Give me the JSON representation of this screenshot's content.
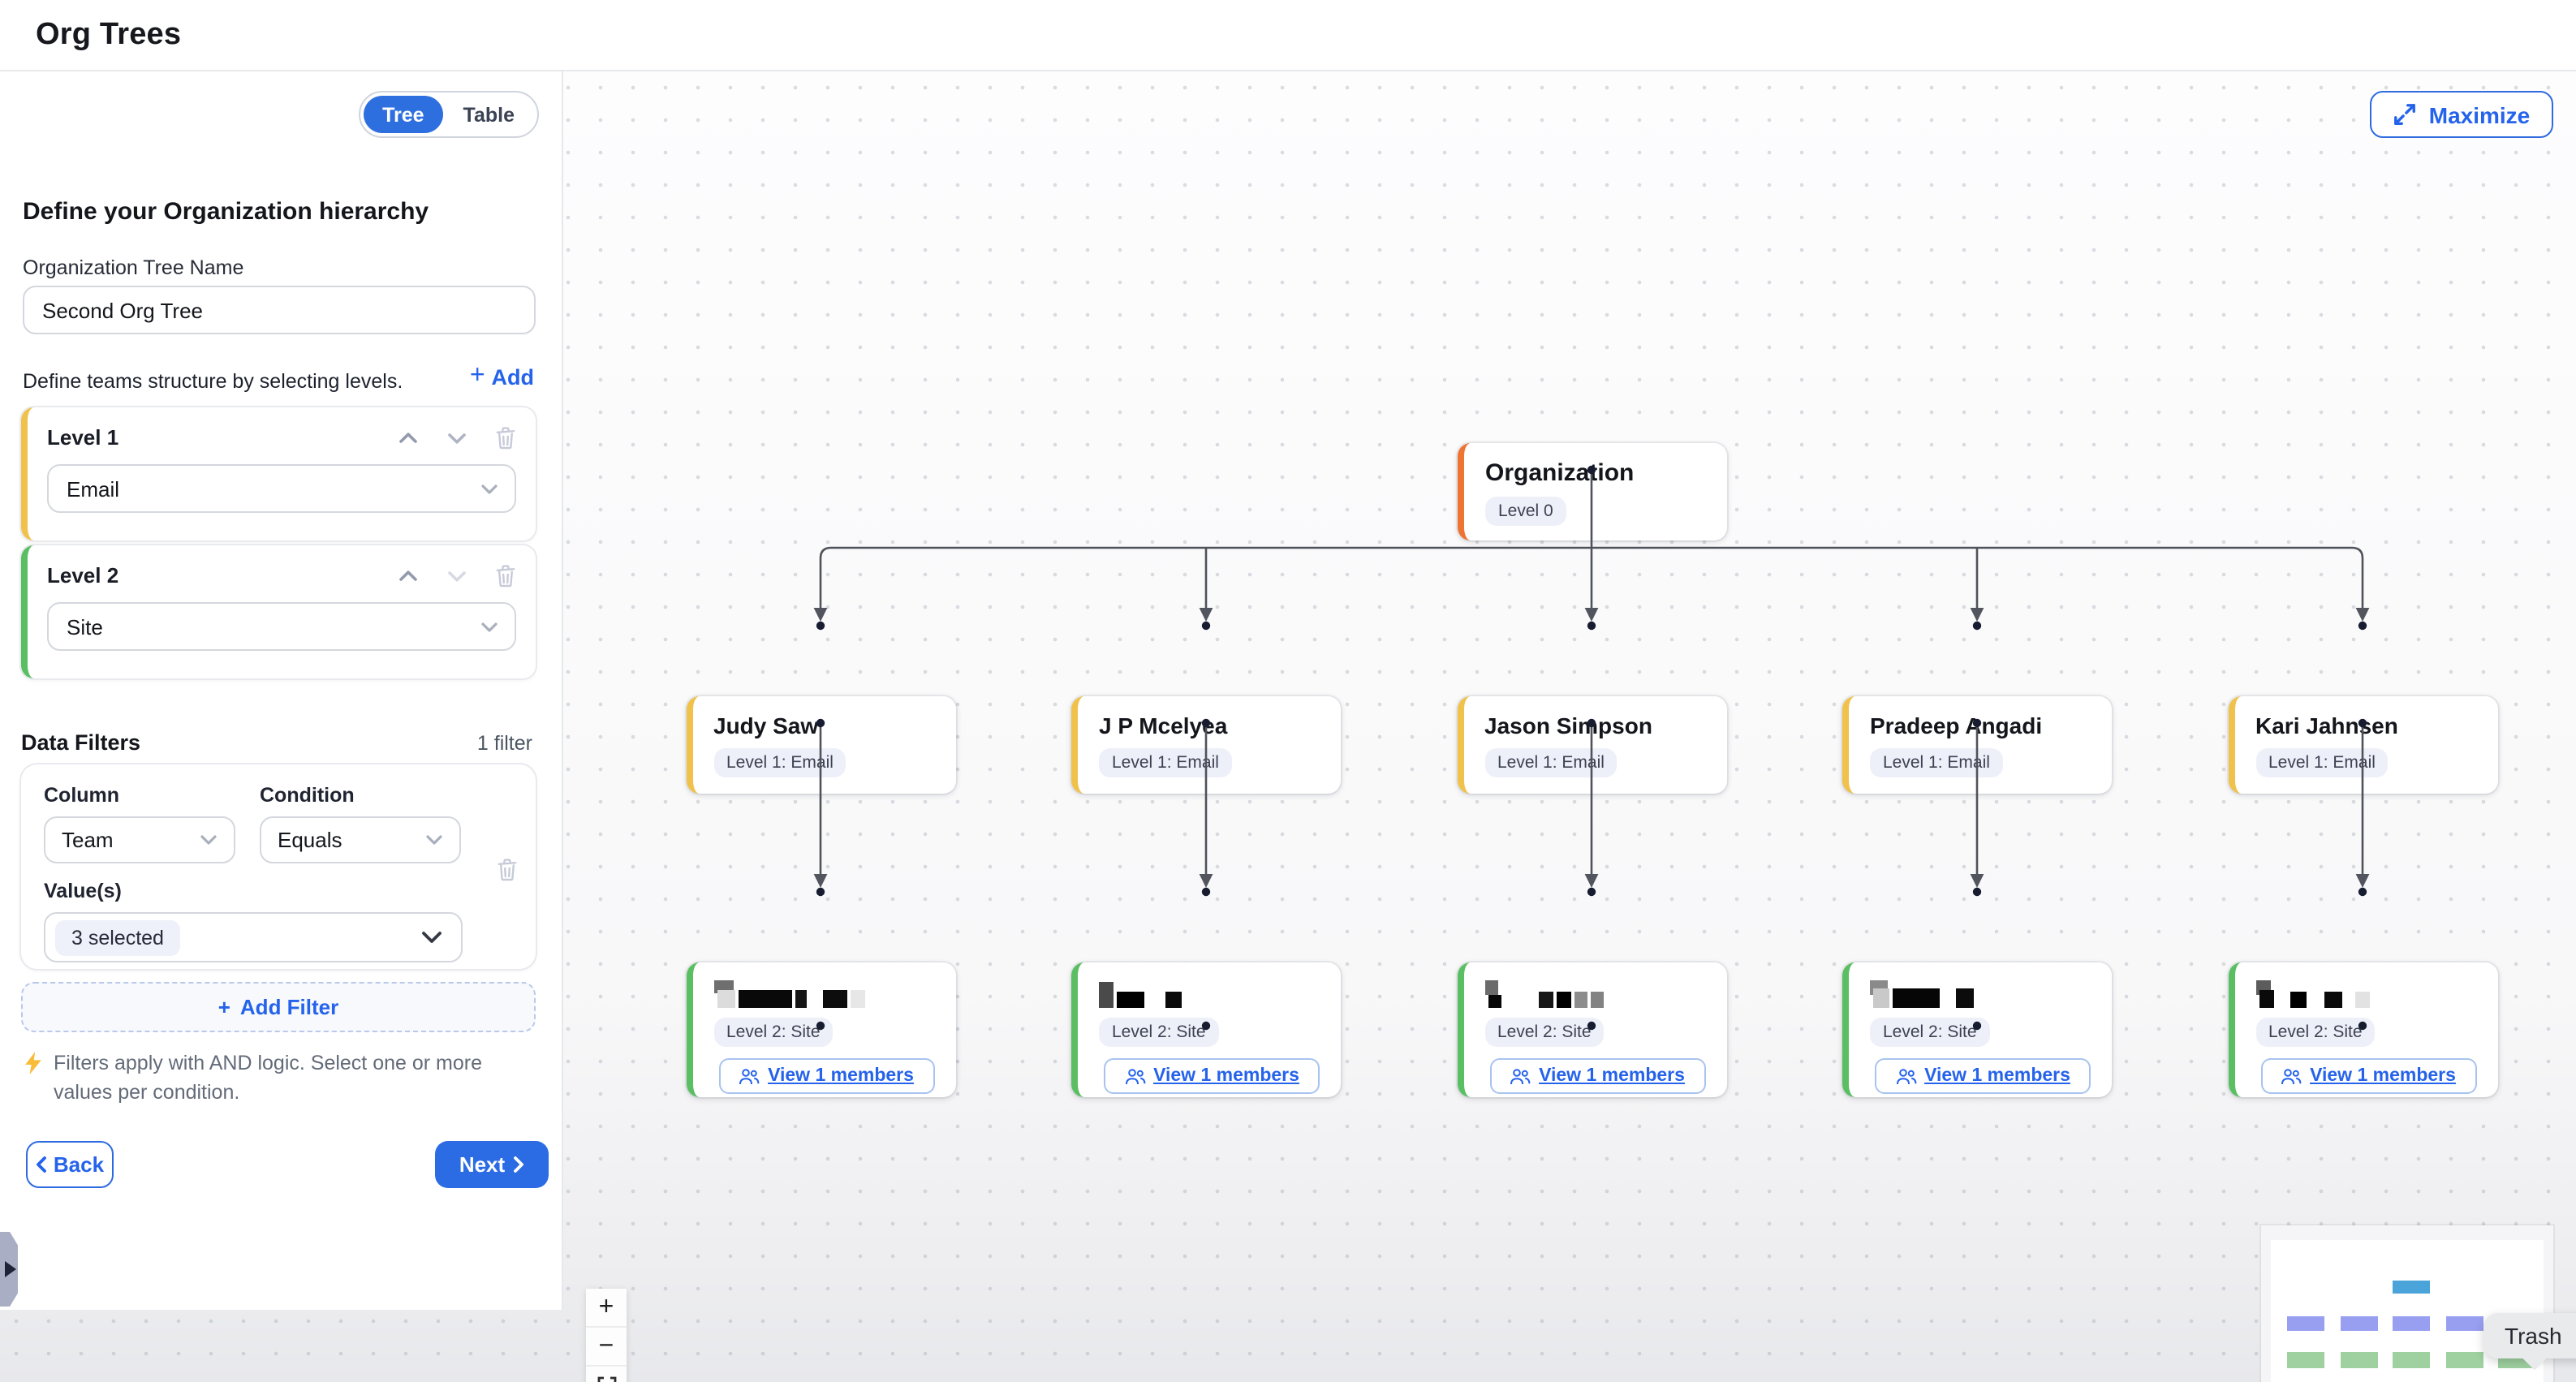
{
  "header": {
    "title": "Org Trees"
  },
  "sidebar": {
    "toggle": {
      "tree": "Tree",
      "table": "Table",
      "active": "Tree"
    },
    "heading": "Define your Organization hierarchy",
    "tree_name_label": "Organization Tree Name",
    "tree_name_value": "Second Org Tree",
    "levels_hint": "Define teams structure by selecting levels.",
    "add_label": "Add",
    "levels": [
      {
        "label": "Level 1",
        "value": "Email",
        "accent": "#f0c24b"
      },
      {
        "label": "Level 2",
        "value": "Site",
        "accent": "#5abf63"
      }
    ],
    "filters": {
      "title": "Data Filters",
      "count": "1 filter",
      "column_label": "Column",
      "condition_label": "Condition",
      "values_label": "Value(s)",
      "column_value": "Team",
      "condition_value": "Equals",
      "values_value": "3 selected",
      "add_filter_label": "Add Filter",
      "note": "Filters apply with AND logic. Select one or more values per condition."
    },
    "back_label": "Back",
    "next_label": "Next"
  },
  "canvas": {
    "maximize_label": "Maximize",
    "nodes": {
      "root": {
        "name": "Organization",
        "badge": "Level 0",
        "accent": "#ee7434"
      },
      "level1": [
        {
          "name": "Judy Saw",
          "badge": "Level 1: Email"
        },
        {
          "name": "J P Mcelyea",
          "badge": "Level 1: Email"
        },
        {
          "name": "Jason Simpson",
          "badge": "Level 1: Email"
        },
        {
          "name": "Pradeep Angadi",
          "badge": "Level 1: Email"
        },
        {
          "name": "Kari Jahnsen",
          "badge": "Level 1: Email"
        }
      ],
      "level2_badge": "Level 2: Site",
      "members_label": "View 1 members"
    },
    "controls": {
      "zoom_in": "+",
      "zoom_out": "−"
    },
    "trash_tooltip": "Trash",
    "colors": {
      "accent_blue": "#2563eb",
      "level1_yellow": "#f0c24b",
      "level2_green": "#5abf63",
      "root_orange": "#ee7434"
    }
  }
}
